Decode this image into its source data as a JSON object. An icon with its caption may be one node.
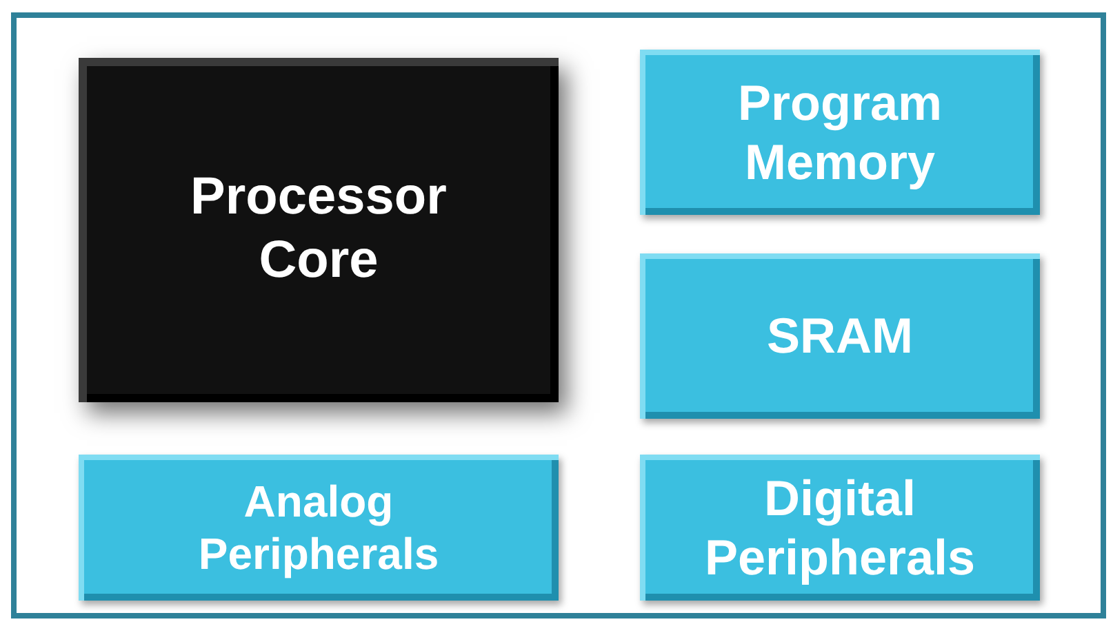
{
  "diagram": {
    "nodes": [
      {
        "text": [
          "Processor Core"
        ]
      },
      {
        "text": [
          "Program Memory"
        ]
      },
      {
        "text": [
          "SRAM"
        ]
      },
      {
        "text": [
          "Analog Peripherals"
        ]
      },
      {
        "text": [
          "Digital Peripherals"
        ]
      }
    ]
  }
}
